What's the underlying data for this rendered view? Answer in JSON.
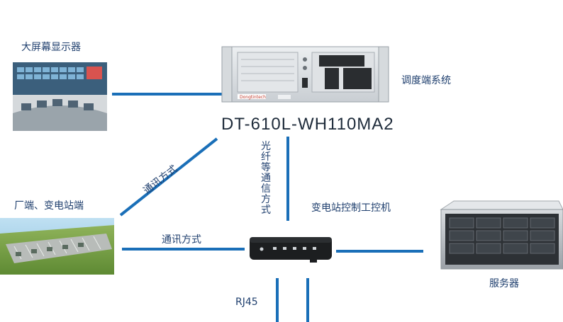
{
  "nodes": {
    "display": {
      "label": "大屏幕显示器"
    },
    "dispatch": {
      "label": "调度端系统",
      "model": "DT-610L-WH110MA2",
      "brand": "Dongtintech"
    },
    "plant": {
      "label": "厂端、变电站端"
    },
    "substation_ipc": {
      "label": "变电站控制工控机"
    },
    "server": {
      "label": "服务器"
    }
  },
  "edges": {
    "fiber": {
      "label": "光纤等通信方式"
    },
    "comm_diag": {
      "label": "通讯方式"
    },
    "comm_horiz": {
      "label": "通讯方式"
    },
    "rj45": {
      "label": "RJ45"
    }
  },
  "colors": {
    "line": "#1a6fb8",
    "text": "#1f3f6e"
  }
}
